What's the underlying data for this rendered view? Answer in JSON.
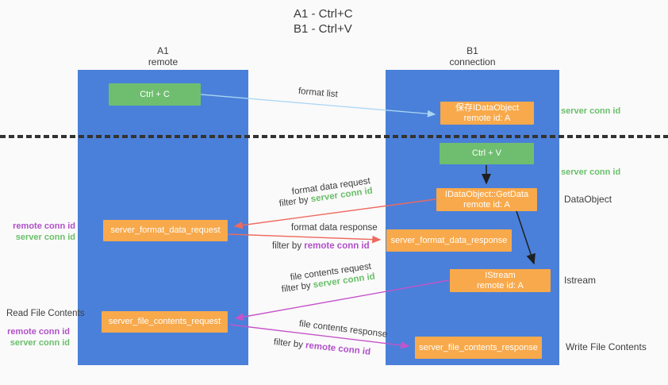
{
  "title": {
    "line1": "A1 - Ctrl+C",
    "line2": "B1 - Ctrl+V"
  },
  "lifelines": {
    "a1": {
      "name": "A1",
      "role": "remote"
    },
    "b1": {
      "name": "B1",
      "role": "connection"
    }
  },
  "nodes": {
    "ctrl_c": {
      "label": "Ctrl + C"
    },
    "save_idataobject": {
      "line1": "保存IDataObject",
      "line2": "remote id: A"
    },
    "ctrl_v": {
      "label": "Ctrl + V"
    },
    "getdata": {
      "line1": "IDataObject::GetData",
      "line2": "remote id: A"
    },
    "format_request": {
      "label": "server_format_data_request"
    },
    "format_response": {
      "label": "server_format_data_response"
    },
    "istream": {
      "line1": "IStream",
      "line2": "remote id: A"
    },
    "file_request": {
      "label": "server_file_contents_request"
    },
    "file_response": {
      "label": "server_file_contents_response"
    }
  },
  "arrow_labels": {
    "format_list": "format list",
    "format_data_request": "format data request",
    "format_data_response": "format data response",
    "file_contents_request": "file contents request",
    "file_contents_response": "file contents response",
    "filter_by": "filter by "
  },
  "side_labels": {
    "server_conn_id": "server conn id",
    "remote_conn_id": "remote conn id",
    "dataobject": "DataObject",
    "istream": "Istream",
    "read_file_contents": "Read File Contents",
    "write_file_contents": "Write File Contents"
  },
  "colors": {
    "column_blue": "#4a80d9",
    "box_green": "#6fbe70",
    "box_orange": "#f8a94b",
    "green_text": "#6abf6a",
    "purple_text": "#b150c9",
    "arrow_red": "#ee6a5f",
    "arrow_magenta": "#c454ca",
    "arrow_blue": "#aad6f3",
    "arrow_black": "#1f1f1f"
  }
}
